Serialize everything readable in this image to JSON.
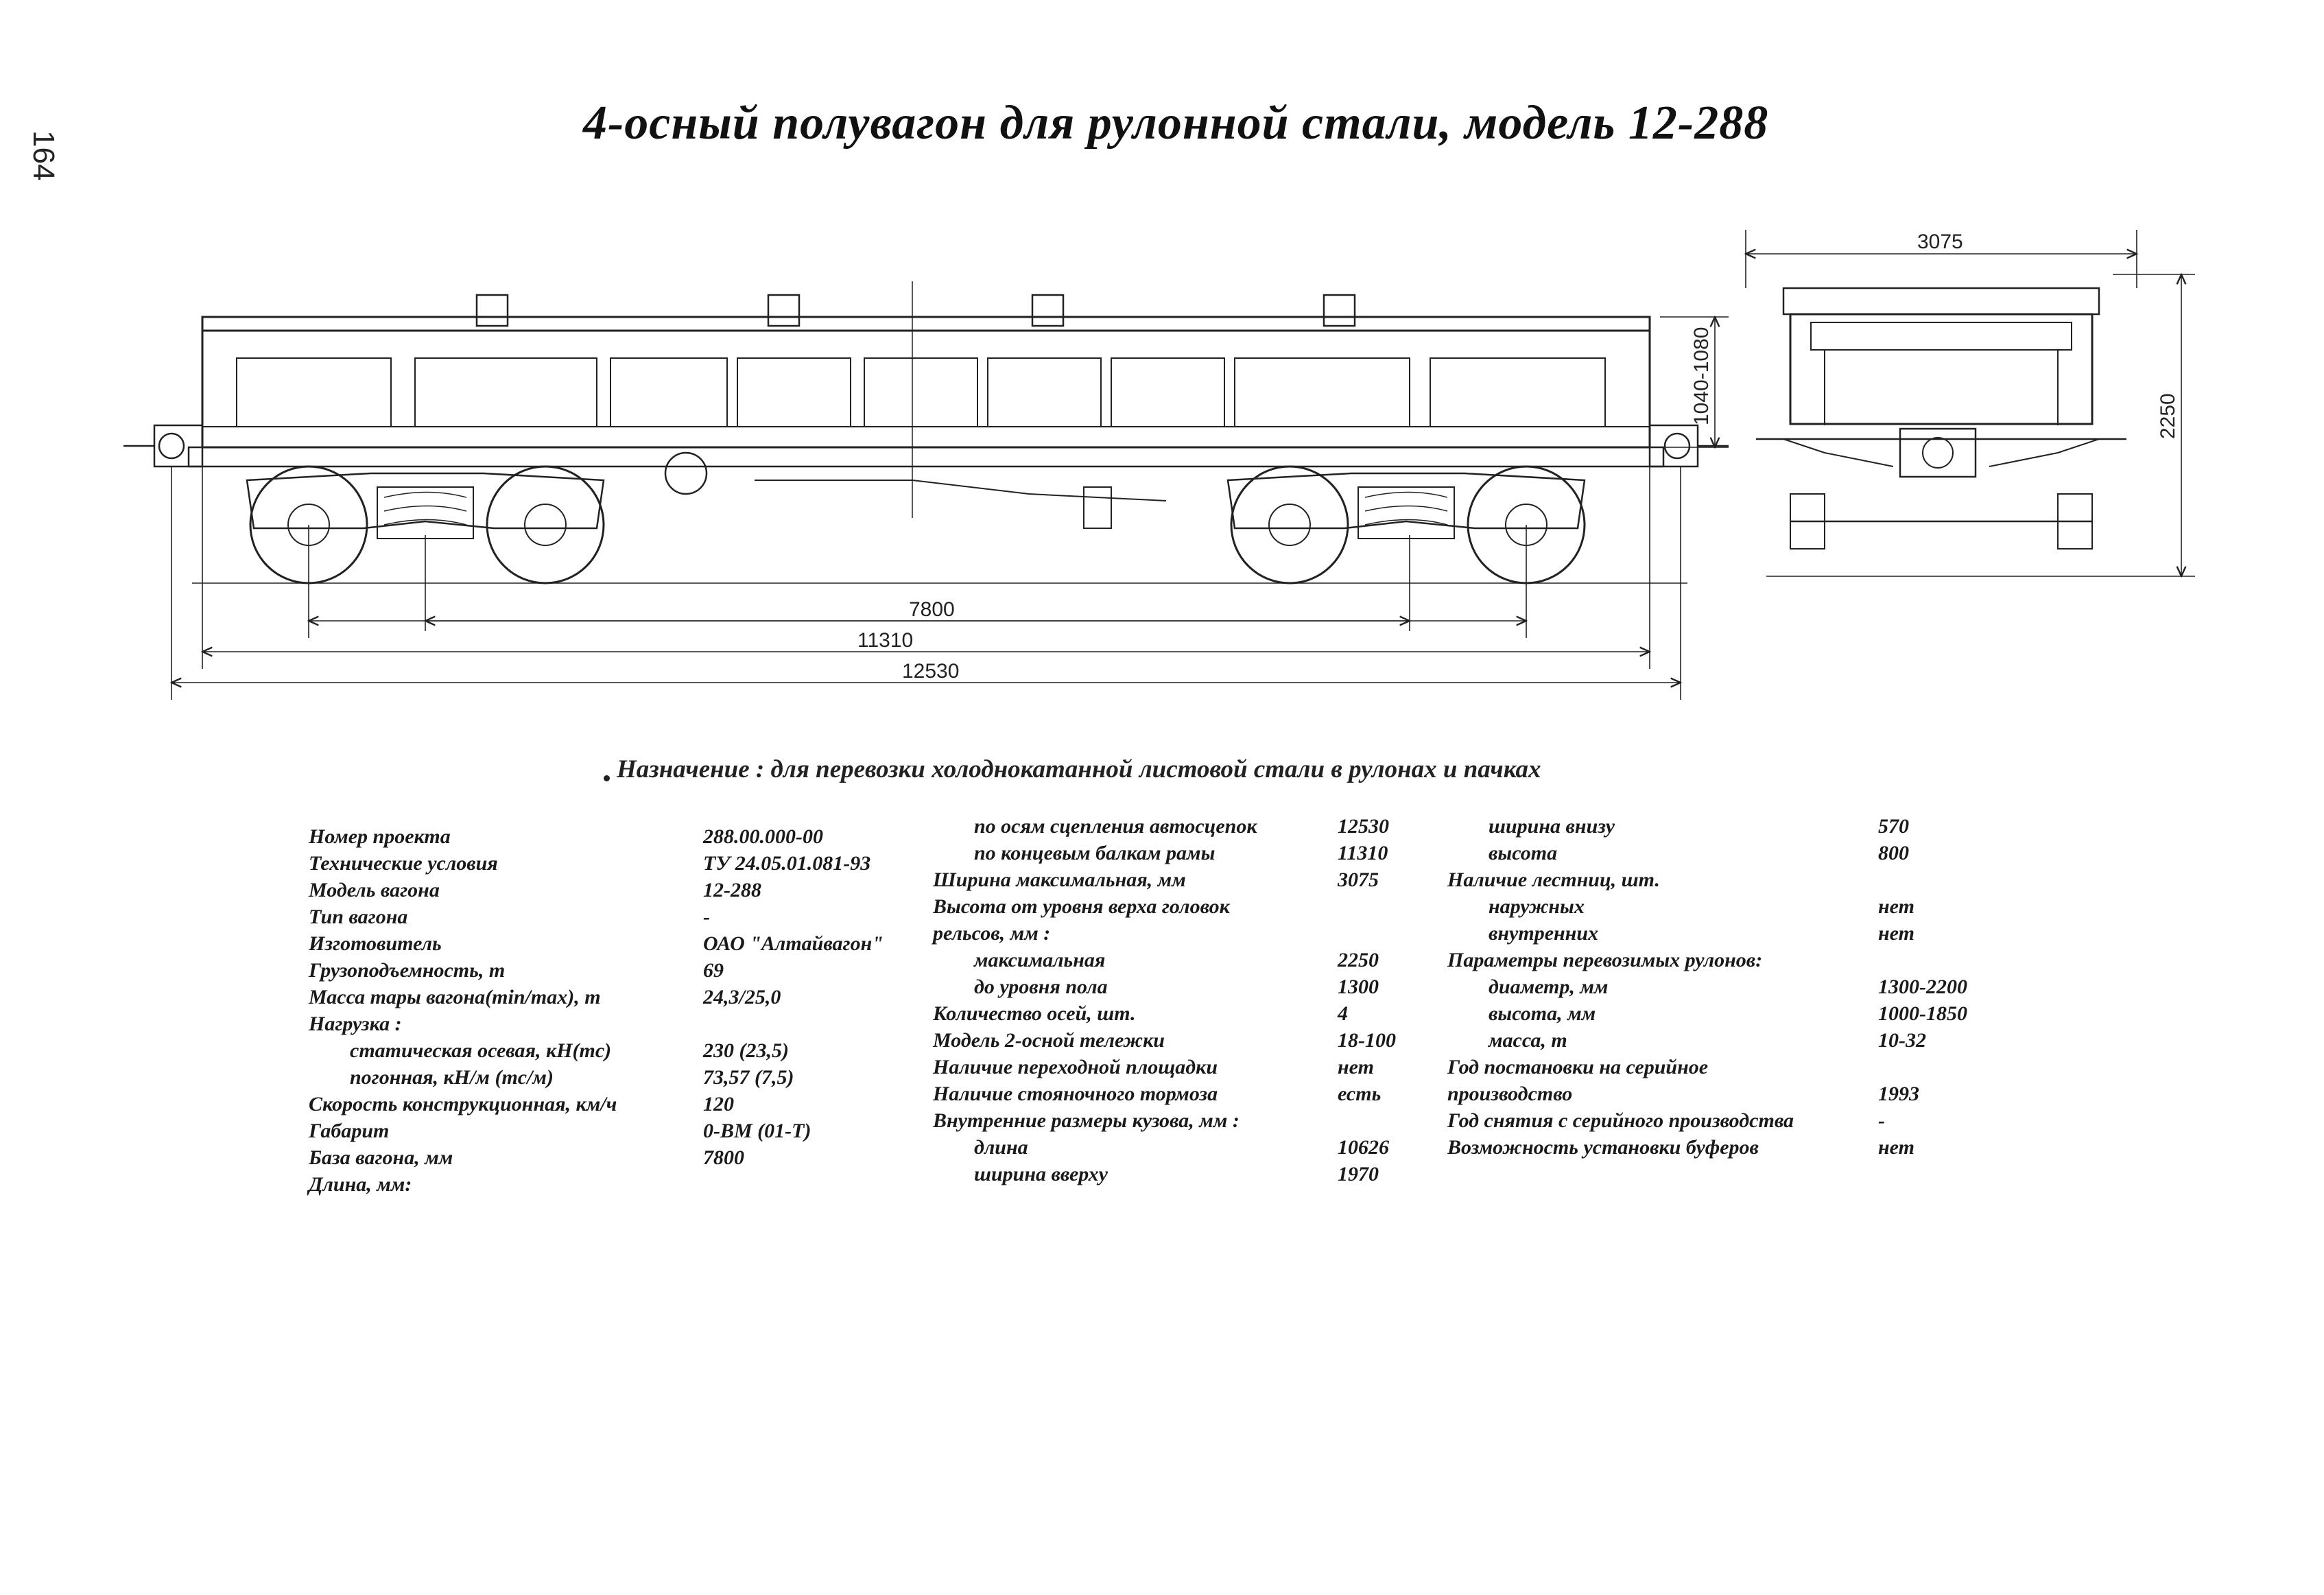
{
  "page_number": "164",
  "title": "4-осный полувагон для рулонной стали, модель 12-288",
  "dimensions": {
    "width_top": "3075",
    "height_side": "1040-1080",
    "height_end": "2250",
    "base": "7800",
    "frame_length": "11310",
    "coupler_length": "12530"
  },
  "purpose": "Назначение : для перевозки холоднокатанной листовой стали в рулонах и пачках",
  "specs": {
    "col1": [
      {
        "label": "Номер проекта",
        "value": "288.00.000-00"
      },
      {
        "label": "Технические условия",
        "value": "ТУ 24.05.01.081-93"
      },
      {
        "label": "Модель вагона",
        "value": "12-288"
      },
      {
        "label": "Тип вагона",
        "value": "-"
      },
      {
        "label": "Изготовитель",
        "value": "ОАО \"Алтайвагон\""
      },
      {
        "label": "Грузоподъемность, т",
        "value": "69"
      },
      {
        "label": "Масса тары вагона(min/max), т",
        "value": "24,3/25,0"
      },
      {
        "label": "Нагрузка :",
        "value": ""
      },
      {
        "label": "статическая осевая, кН(тс)",
        "value": "230 (23,5)"
      },
      {
        "label": "погонная, кН/м (тс/м)",
        "value": "73,57 (7,5)"
      },
      {
        "label": "Скорость конструкционная, км/ч",
        "value": "120"
      },
      {
        "label": "Габарит",
        "value": "0-ВМ (01-Т)"
      },
      {
        "label": "База вагона, мм",
        "value": "7800"
      },
      {
        "label": "Длина, мм:",
        "value": ""
      }
    ],
    "col2": [
      {
        "label": "по осям сцепления автосцепок",
        "value": "12530"
      },
      {
        "label": "по концевым балкам рамы",
        "value": "11310"
      },
      {
        "label": "Ширина максимальная, мм",
        "value": "3075"
      },
      {
        "label": "Высота от уровня верха головок",
        "value": ""
      },
      {
        "label": "рельсов, мм :",
        "value": ""
      },
      {
        "label": "максимальная",
        "value": "2250"
      },
      {
        "label": "до уровня пола",
        "value": "1300"
      },
      {
        "label": "Количество осей, шт.",
        "value": "4"
      },
      {
        "label": "Модель 2-осной тележки",
        "value": "18-100"
      },
      {
        "label": "Наличие переходной площадки",
        "value": "нет"
      },
      {
        "label": "Наличие стояночного тормоза",
        "value": "есть"
      },
      {
        "label": "Внутренние размеры кузова, мм :",
        "value": ""
      },
      {
        "label": "длина",
        "value": "10626"
      },
      {
        "label": "ширина вверху",
        "value": "1970"
      }
    ],
    "col3": [
      {
        "label": "ширина внизу",
        "value": "570"
      },
      {
        "label": "высота",
        "value": "800"
      },
      {
        "label": "Наличие лестниц, шт.",
        "value": ""
      },
      {
        "label": "наружных",
        "value": "нет"
      },
      {
        "label": "внутренних",
        "value": "нет"
      },
      {
        "label": "Параметры перевозимых рулонов:",
        "value": ""
      },
      {
        "label": "диаметр, мм",
        "value": "1300-2200"
      },
      {
        "label": "высота, мм",
        "value": "1000-1850"
      },
      {
        "label": "масса, т",
        "value": "10-32"
      },
      {
        "label": "Год постановки на серийное",
        "value": ""
      },
      {
        "label": "производство",
        "value": "1993"
      },
      {
        "label": "Год снятия с серийного производства",
        "value": "-"
      },
      {
        "label": "Возможность установки буферов",
        "value": "нет"
      }
    ]
  }
}
